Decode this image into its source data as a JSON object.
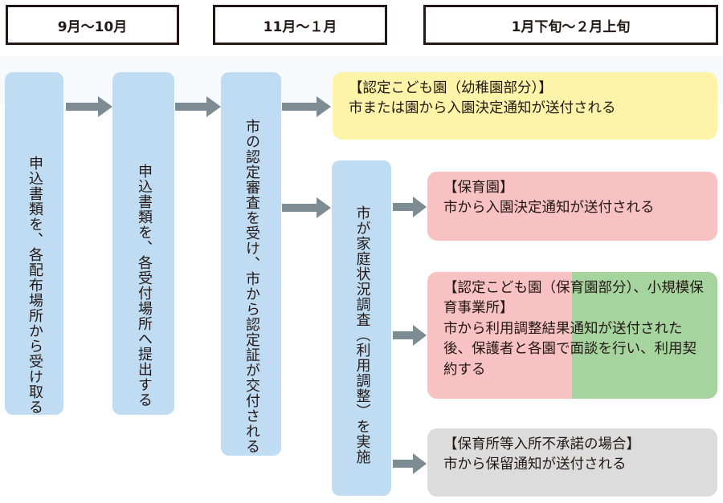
{
  "headers": {
    "col1": "9月〜10月",
    "col2": "11月〜１月",
    "col3": "1月下旬〜２月上旬"
  },
  "columns": {
    "step1": "申込書類を、各配布場所から受け取る",
    "step2": "申込書類を、各受付場所へ提出する",
    "step3": "市の認定審査を受け、市から認定証が交付される",
    "step4": "市が家庭状況調査（利用調整）を実施"
  },
  "results": {
    "kindergarten": {
      "title": "【認定こども園（幼稚園部分）】",
      "body": "市または園から入園決定通知が送付される"
    },
    "nursery": {
      "title": "【保育園】",
      "body": "市から入園決定通知が送付される"
    },
    "certified": {
      "title1": "【認定こども園（保育園部分）、小規模保",
      "title2": "育事業所】",
      "body1": "市から利用調整結果通知が送付された",
      "body2": "後、保護者と各園で面談を行い、利用契",
      "body3": "約する"
    },
    "not_accepted": {
      "title": "【保育所等入所不承諾の場合】",
      "body": "市から保留通知が送付される"
    }
  },
  "colors": {
    "column_blue": "#bfdcf2",
    "yellow": "#fdf4aa",
    "pink": "#f8c2c2",
    "green": "#a6d49f",
    "gray": "#dcdcdd",
    "arrow": "#7d8b93"
  }
}
